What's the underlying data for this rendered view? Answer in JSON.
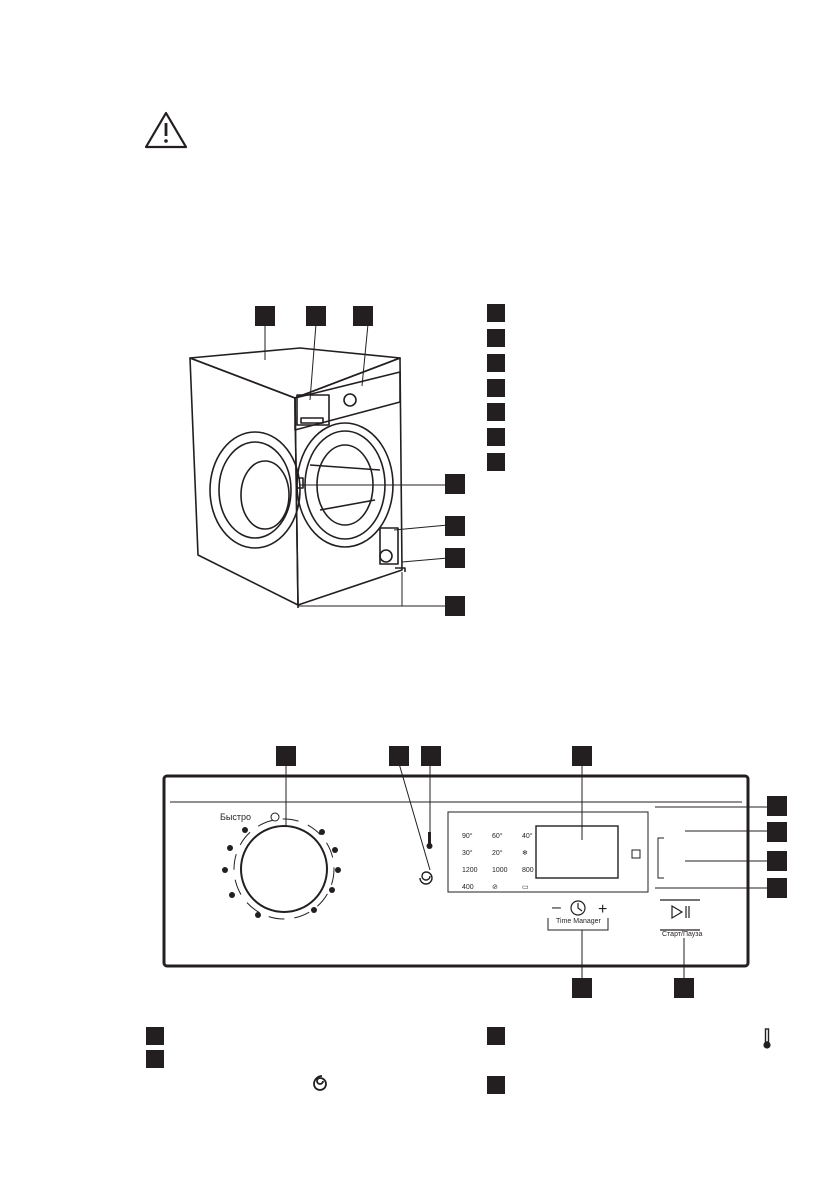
{
  "panel": {
    "program_label_fast": "Быстро",
    "display_options": [
      [
        "90°",
        "60°",
        "40°"
      ],
      [
        "30°",
        "20°",
        "❄"
      ],
      [
        "1200",
        "1000",
        "800"
      ],
      [
        "400",
        "⊘",
        "▭"
      ]
    ],
    "time_manager_label": "Time Manager",
    "start_pause_label": "Старт/Пауза"
  },
  "icons": {
    "warning": "warning-triangle-icon",
    "thermometer": "thermometer-icon",
    "spin": "spin-icon"
  }
}
